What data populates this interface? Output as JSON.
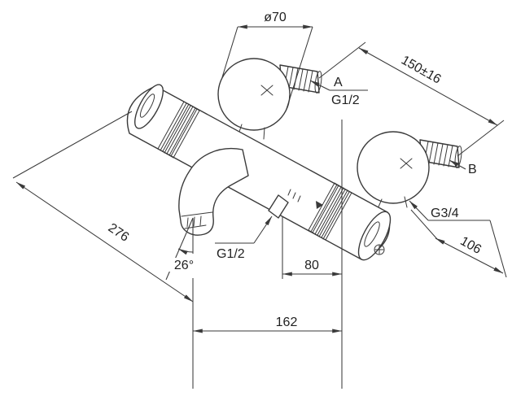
{
  "meta": {
    "background": "#ffffff",
    "line_color": "#3a3a3a",
    "text_color": "#1f1f1f",
    "description": "Technical dimension drawing of a wall-mounted thermostatic bath shower mixer"
  },
  "labels": {
    "escutcheon_diameter": "ø70",
    "inlet_spacing": "150±16",
    "inlet_a": "A",
    "inlet_a_thread": "G1/2",
    "inlet_b": "B",
    "outlet_b_thread": "G3/4",
    "depth": "106",
    "overall_length": "276",
    "spout_angle": "26°",
    "bottom_outlet_thread": "G1/2",
    "outlet_offset": "80",
    "spout_projection": "162"
  }
}
